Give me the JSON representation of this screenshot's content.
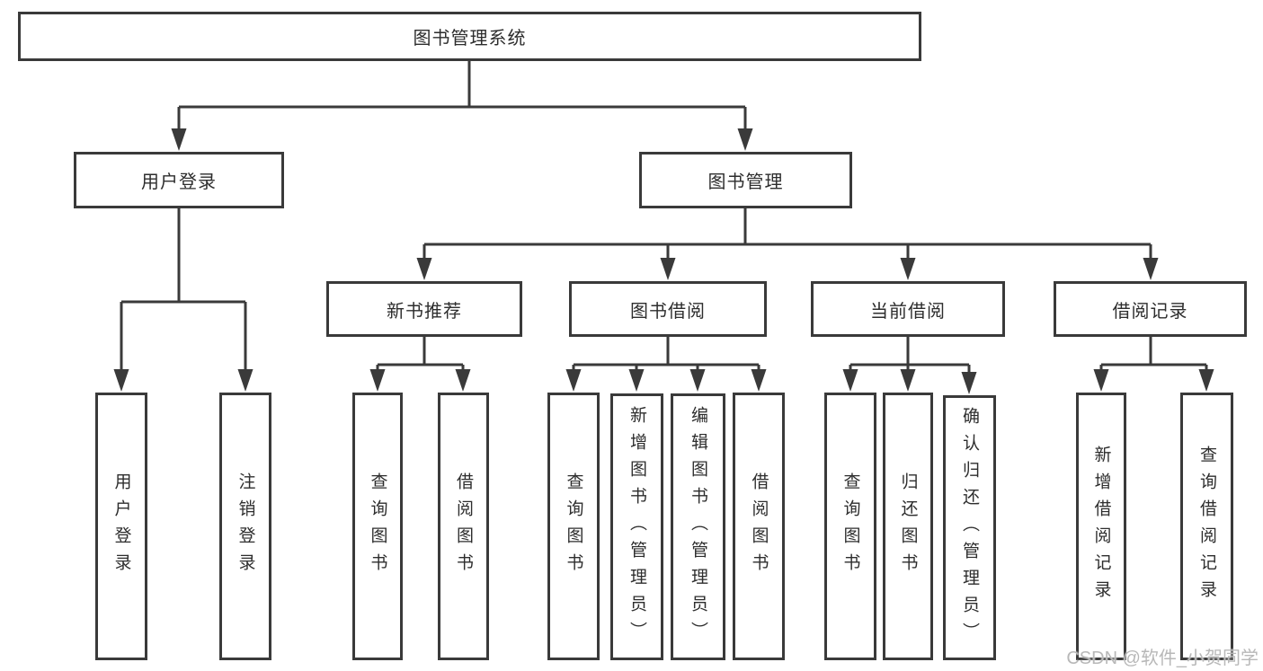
{
  "tree": {
    "root": "图书管理系统",
    "branches": [
      {
        "label": "用户登录",
        "children": [
          "用户登录",
          "注销登录"
        ]
      },
      {
        "label": "图书管理",
        "groups": [
          {
            "label": "新书推荐",
            "children": [
              "查询图书",
              "借阅图书"
            ]
          },
          {
            "label": "图书借阅",
            "children": [
              "查询图书",
              "新增图书（管理员）",
              "编辑图书（管理员）",
              "借阅图书"
            ]
          },
          {
            "label": "当前借阅",
            "children": [
              "查询图书",
              "归还图书",
              "确认归还（管理员）"
            ]
          },
          {
            "label": "借阅记录",
            "children": [
              "新增借阅记录",
              "查询借阅记录"
            ]
          }
        ]
      }
    ]
  },
  "watermark": {
    "text": "CSDN @软件_小贺同学"
  },
  "colors": {
    "line": "#3a3a3a",
    "text": "#2d2d2d",
    "box-bg": "#ffffff",
    "watermark": "#b8b8b8",
    "background": "#ffffff"
  }
}
